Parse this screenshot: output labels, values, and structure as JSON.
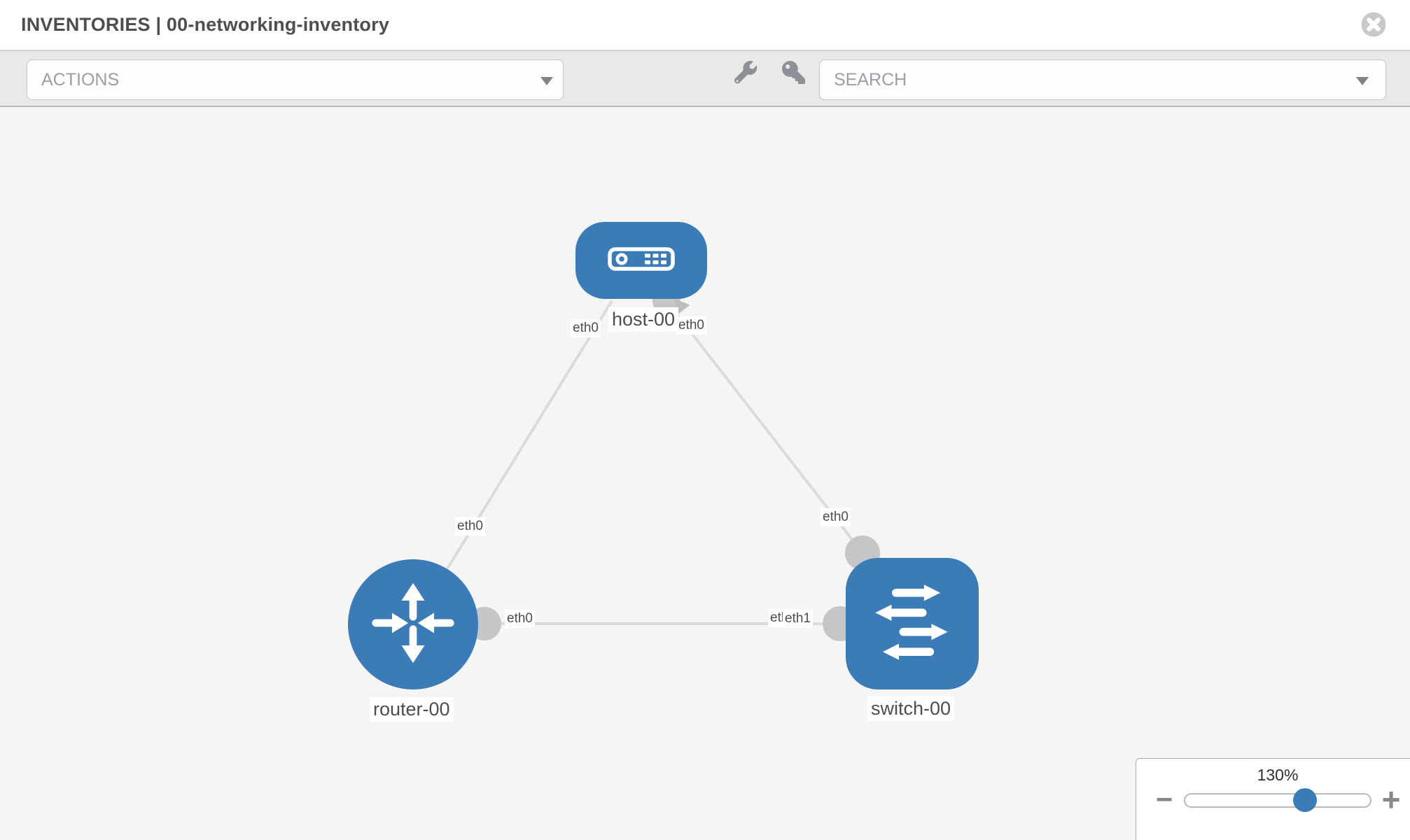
{
  "header": {
    "title": "INVENTORIES | 00-networking-inventory",
    "close_icon": "circle-x"
  },
  "toolbar": {
    "actions_dropdown": {
      "placeholder": "ACTIONS",
      "caret_icon": "caret-down"
    },
    "wrench_icon": "wrench",
    "key_icon": "key",
    "search_dropdown": {
      "placeholder": "SEARCH",
      "caret_icon": "caret-down"
    }
  },
  "topology": {
    "nodes": [
      {
        "name": "host-00",
        "type": "host",
        "icon": "host-icon"
      },
      {
        "name": "router-00",
        "type": "router",
        "icon": "router-icon"
      },
      {
        "name": "switch-00",
        "type": "switch",
        "icon": "switch-icon"
      }
    ],
    "interface_labels": {
      "host_left": "eth0",
      "host_right": "eth0",
      "router_top_edge": "eth0",
      "router_right": "eth0",
      "switch_top": "eth0",
      "switch_left_hidden": "eth0",
      "switch_left": "eth1"
    },
    "edges": [
      {
        "from": "router-00",
        "to": "host-00"
      },
      {
        "from": "host-00",
        "to": "switch-00"
      },
      {
        "from": "router-00",
        "to": "switch-00"
      }
    ]
  },
  "zoom_control": {
    "level": "130%",
    "minus": "−",
    "plus": "+"
  },
  "colors": {
    "node_blue": "#3b7cb8",
    "edge_gray": "#dbdbdb",
    "connector_gray": "#c6c6c6",
    "canvas_bg": "#f5f5f5",
    "toolbar_bg": "#e9e9e9"
  }
}
